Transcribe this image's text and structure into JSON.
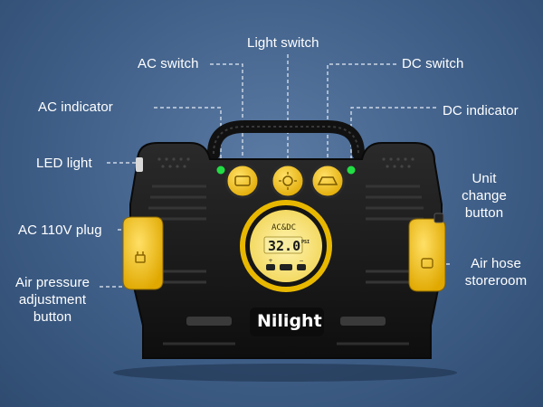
{
  "labels": {
    "light_switch": "Light switch",
    "ac_switch": "AC switch",
    "dc_switch": "DC switch",
    "ac_indicator": "AC indicator",
    "dc_indicator": "DC indicator",
    "led_light": "LED light",
    "unit_change_button": [
      "Unit",
      "change",
      "button"
    ],
    "ac_110v_plug": "AC 110V plug",
    "air_hose_storeroom": [
      "Air hose",
      "storeroom"
    ],
    "air_pressure_adjustment_button": [
      "Air pressure",
      "adjustment",
      "button"
    ]
  },
  "device": {
    "brand": "Nilight",
    "mode_label": "AC&DC",
    "display_value": "32.0",
    "display_unit": "PSI"
  },
  "colors": {
    "background": "#4a6a93",
    "accent_yellow": "#f5c518",
    "body_black": "#1b1b1b",
    "indicator_green": "#22dd44"
  },
  "icons": [
    "light-bulb-icon",
    "car-icon",
    "plug-icon",
    "plus-icon",
    "minus-icon",
    "unit-icon"
  ]
}
